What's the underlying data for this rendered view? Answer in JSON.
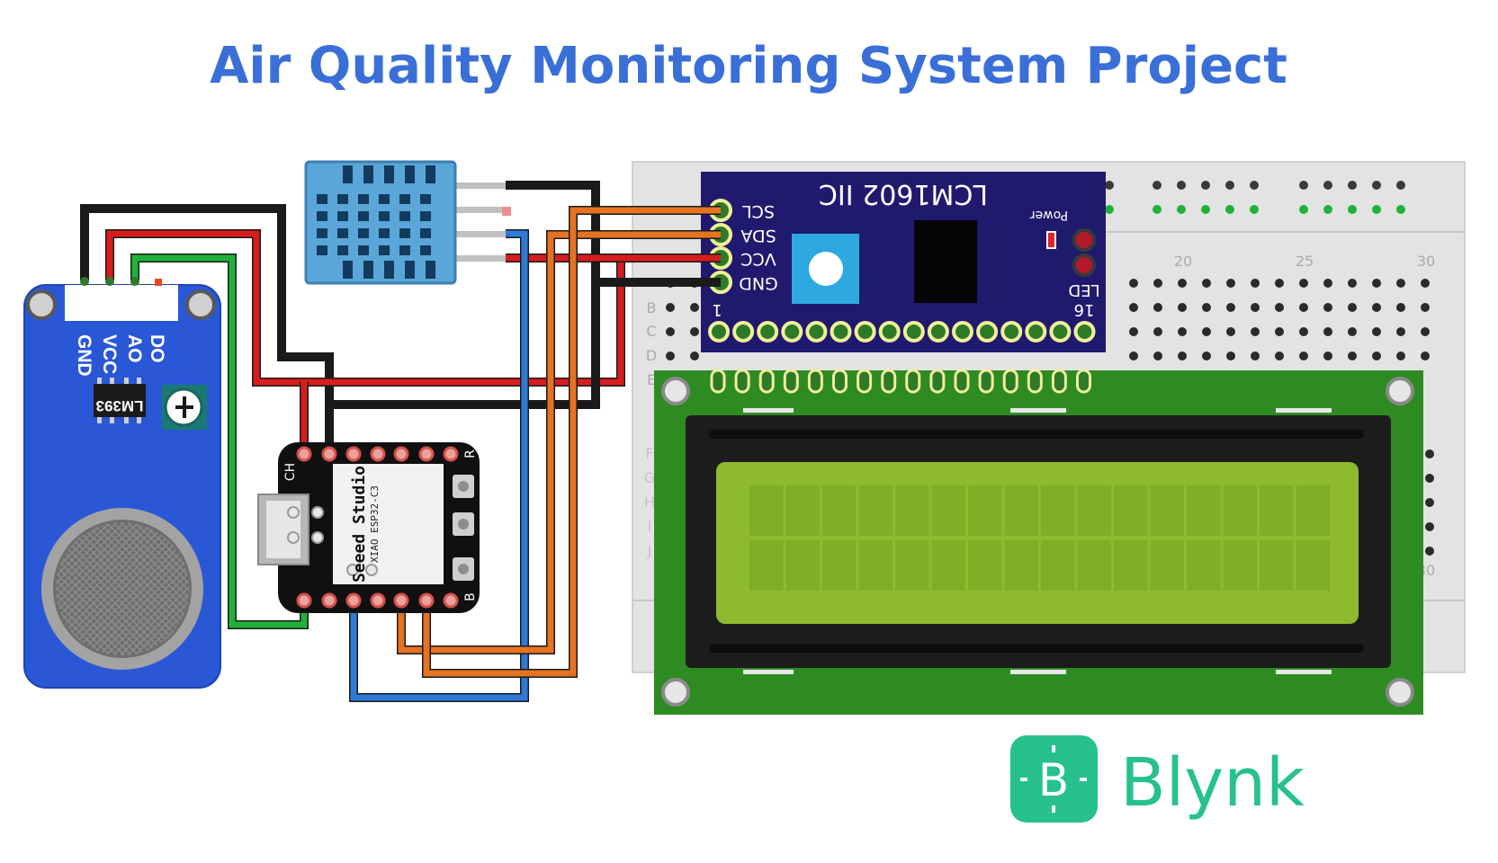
{
  "title": "Air Quality Monitoring System Project",
  "sensor": {
    "chip_label": "LM393",
    "pin_labels": [
      "DO",
      "AO",
      "VCC",
      "GND"
    ]
  },
  "lcd_module": {
    "title": "LCM1602 IIC",
    "pin_labels": [
      "SCL",
      "SDA",
      "VCC",
      "GND"
    ],
    "power_label": "Power",
    "led_label": "LED",
    "pin_start": "1",
    "pin_end": "16"
  },
  "breadboard": {
    "column_numbers": [
      "20",
      "25",
      "30"
    ],
    "row_letters": [
      "B",
      "C",
      "D",
      "E",
      "F",
      "G",
      "H",
      "I",
      "J"
    ],
    "bottom_number": "30"
  },
  "controller": {
    "brand": "Seeed Studio",
    "model": "XIAO ESP32-C3",
    "ch_label": "CH",
    "r_label": "R",
    "b_label": "B"
  },
  "logo": {
    "glyph": "B",
    "text": "Blynk"
  },
  "colors": {
    "title": "#3a6fd8",
    "sensor_board": "#2a57d6",
    "lcd_module_board": "#1f1a6e",
    "lcd_frame": "#2e8b22",
    "lcd_screen": "#8dba2f",
    "dht_sensor": "#5ba6d9",
    "blynk": "#27c08f",
    "wire_black": "#1a1a1a",
    "wire_red": "#d61d1d",
    "wire_green": "#20b13a",
    "wire_orange": "#e57321",
    "wire_blue": "#2f7ad6"
  }
}
